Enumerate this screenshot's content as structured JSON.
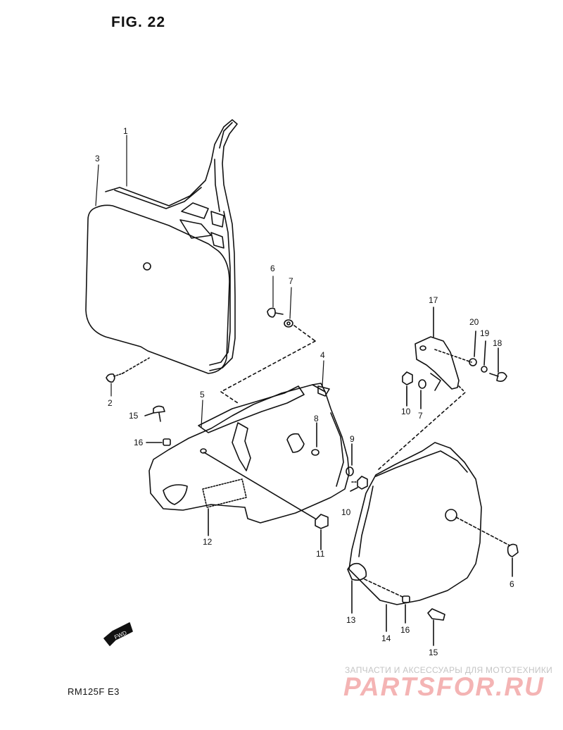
{
  "figure_title": "FIG. 22",
  "model_code": "RM125F  E3",
  "fwd_arrow_label": "FWD",
  "watermark": {
    "tagline": "ЗАПЧАСТИ И АКСЕССУАРЫ ДЛЯ МОТОТЕХНИКИ",
    "logo": "PARTSFOR.RU"
  },
  "callouts": [
    {
      "id": "c1",
      "text": "1"
    },
    {
      "id": "c3",
      "text": "3"
    },
    {
      "id": "c2",
      "text": "2"
    },
    {
      "id": "c6a",
      "text": "6"
    },
    {
      "id": "c7a",
      "text": "7"
    },
    {
      "id": "c4",
      "text": "4"
    },
    {
      "id": "c5",
      "text": "5"
    },
    {
      "id": "c15a",
      "text": "15"
    },
    {
      "id": "c16a",
      "text": "16"
    },
    {
      "id": "c8",
      "text": "8"
    },
    {
      "id": "c9",
      "text": "9"
    },
    {
      "id": "c10a",
      "text": "10"
    },
    {
      "id": "c12",
      "text": "12"
    },
    {
      "id": "c11",
      "text": "11"
    },
    {
      "id": "c17",
      "text": "17"
    },
    {
      "id": "c20",
      "text": "20"
    },
    {
      "id": "c19",
      "text": "19"
    },
    {
      "id": "c18",
      "text": "18"
    },
    {
      "id": "c10b",
      "text": "10"
    },
    {
      "id": "c7b",
      "text": "7"
    },
    {
      "id": "c6b",
      "text": "6"
    },
    {
      "id": "c13",
      "text": "13"
    },
    {
      "id": "c14",
      "text": "14"
    },
    {
      "id": "c16b",
      "text": "16"
    },
    {
      "id": "c15b",
      "text": "15"
    }
  ],
  "colors": {
    "ink": "#111111",
    "watermark_logo": "#f4b4b4",
    "watermark_text": "#c4c4c4"
  }
}
